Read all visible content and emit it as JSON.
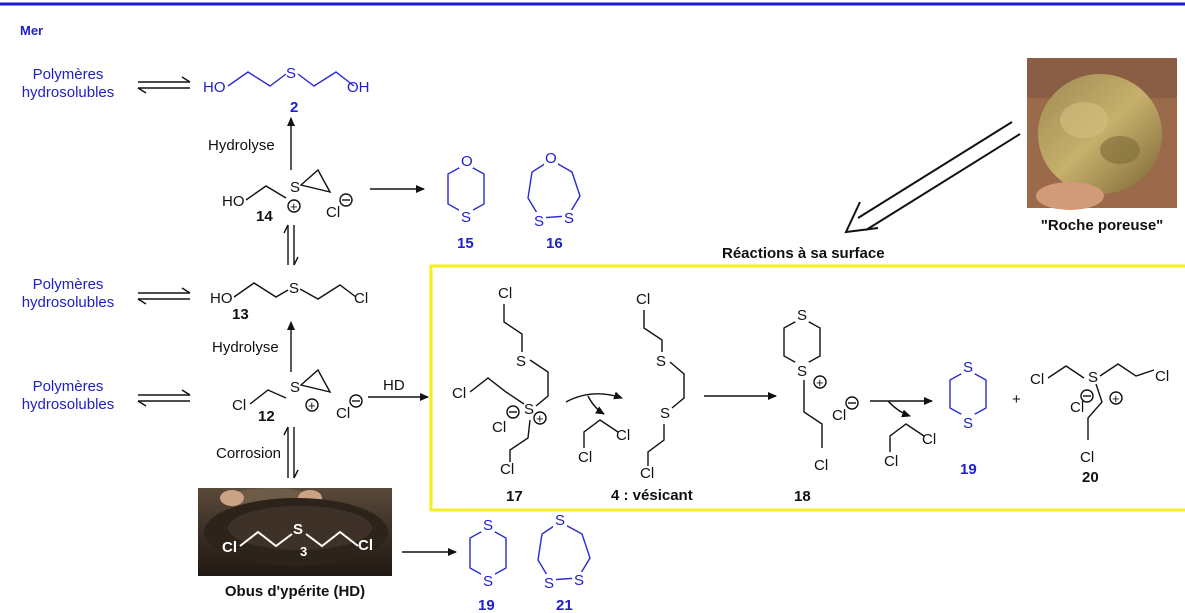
{
  "header": {
    "medium": "Mer"
  },
  "side_labels": {
    "polymer_1": [
      "Polymères",
      "hydrosolubles"
    ],
    "polymer_2": [
      "Polymères",
      "hydrosolubles"
    ],
    "polymer_3": [
      "Polymères",
      "hydrosolubles"
    ]
  },
  "arrows": {
    "hydrolysis_top": "Hydrolyse",
    "hydrolysis_mid": "Hydrolyse",
    "corrosion": "Corrosion",
    "hd_arrow": "HD"
  },
  "captions": {
    "rock": "\"Roche poreuse\"",
    "surface": "Réactions à sa surface",
    "shell": "Obus d'ypérite (HD)",
    "vesicant": "4 : vésicant"
  },
  "atoms": {
    "HO": "HO",
    "OH": "OH",
    "S": "S",
    "O": "O",
    "Cl": "Cl",
    "Clminus": "Cl",
    "plus": "+"
  },
  "compounds": {
    "c2": "2",
    "c12": "12",
    "c13": "13",
    "c14": "14",
    "c15": "15",
    "c16": "16",
    "c17": "17",
    "c18": "18",
    "c19": "19",
    "c19b": "19",
    "c20": "20",
    "c21": "21",
    "shell_n": "3"
  },
  "colors": {
    "frame_blue": "#1a1ad6",
    "box_yellow": "#f6ee1c",
    "product_blue": "#2020c8"
  }
}
